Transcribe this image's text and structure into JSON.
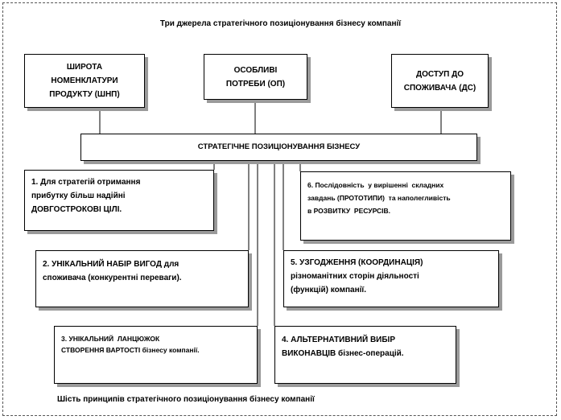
{
  "title": "Три джерела стратегічного позиціонування бізнесу компанії",
  "caption": "Шість принципів стратегічного позиціонування бізнесу компанії",
  "sources": [
    {
      "lines": [
        "ШИРОТА",
        "НОМЕНКЛАТУРИ",
        "ПРОДУКТУ (ШНП)"
      ]
    },
    {
      "lines": [
        "ОСОБЛИВІ",
        "ПОТРЕБИ (ОП)"
      ]
    },
    {
      "lines": [
        "ДОСТУП ДО",
        "СПОЖИВАЧА (ДС)"
      ]
    }
  ],
  "central": "СТРАТЕГІЧНЕ ПОЗИЦІОНУВАННЯ БІЗНЕСУ",
  "principles": [
    {
      "lines": [
        "1. Для стратегій отримання",
        "прибутку більш надійні",
        "ДОВГОСТРОКОВІ ЦІЛІ."
      ]
    },
    {
      "lines": [
        "2. УНІКАЛЬНИЙ НАБІР ВИГОД для",
        "споживача (конкурентні переваги)."
      ]
    },
    {
      "lines": [
        "3. УНІКАЛЬНИЙ  ЛАНЦЮЖОК",
        "СТВОРЕННЯ ВАРТОСТІ бізнесу компанії."
      ]
    },
    {
      "lines": [
        "4. АЛЬТЕРНАТИВНИЙ ВИБІР",
        "ВИКОНАВЦІВ бізнес-операцій."
      ]
    },
    {
      "lines": [
        "5. УЗГОДЖЕННЯ (КООРДИНАЦІЯ)",
        "різноманітних сторін діяльності",
        "(функцій) компанії."
      ]
    },
    {
      "lines": [
        "6. Послідовність  у вирішенні  складних",
        "завдань (ПРОТОТИПИ)  та наполегливість",
        "в РОЗВИТКУ  РЕСУРСІВ."
      ]
    }
  ]
}
